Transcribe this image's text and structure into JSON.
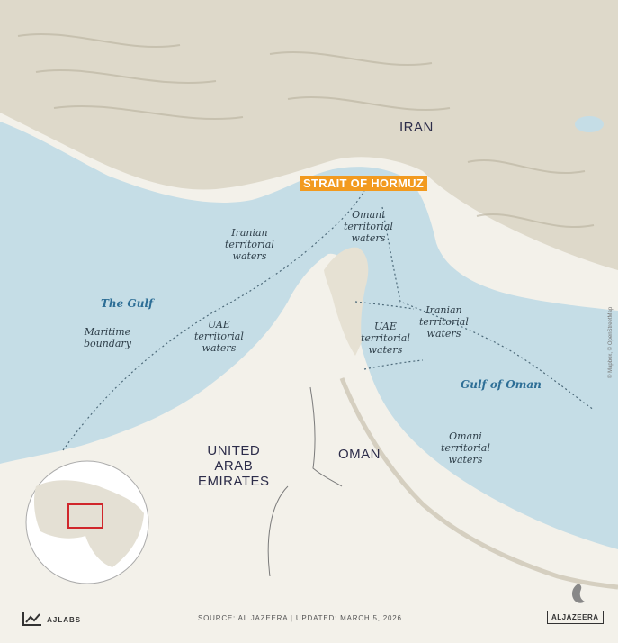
{
  "labels": {
    "iran": "IRAN",
    "strait": "STRAIT OF HORMUZ",
    "uae_lines": [
      "UNITED",
      "ARAB",
      "EMIRATES"
    ],
    "oman": "OMAN",
    "the_gulf": "The Gulf",
    "gulf_of_oman": "Gulf of Oman",
    "iranian_waters_west": [
      "Iranian",
      "territorial",
      "waters"
    ],
    "omani_waters_north": [
      "Omani",
      "territorial",
      "waters"
    ],
    "uae_waters_west": [
      "UAE",
      "territorial",
      "waters"
    ],
    "uae_waters_east": [
      "UAE",
      "territorial",
      "waters"
    ],
    "iranian_waters_east": [
      "Iranian",
      "territorial",
      "waters"
    ],
    "omani_waters_south": [
      "Omani",
      "territorial",
      "waters"
    ],
    "maritime": [
      "Maritime",
      "boundary"
    ]
  },
  "footer": {
    "brand": "AJLABS",
    "source": "SOURCE: AL JAZEERA  |  UPDATED: MARCH 5, 2026",
    "logo": "ALJAZEERA",
    "credit": "© Mapbox, © OpenStreetMap"
  },
  "colors": {
    "water": "#c5dde6",
    "land": "#f3f1ea",
    "mountain": "#d9d4c6",
    "accent": "#f29a1f",
    "inset_box": "#d0262b"
  }
}
